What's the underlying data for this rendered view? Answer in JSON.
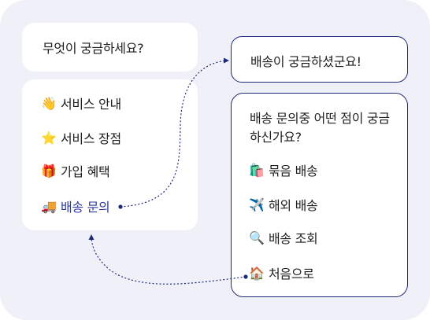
{
  "colors": {
    "background": "#eff0f8",
    "bubble": "#ffffff",
    "border": "#1d2a7a",
    "accent_text": "#2f3a9e",
    "connector": "#1d2a7a"
  },
  "question": {
    "text": "무엇이 궁금하세요?"
  },
  "menu": {
    "items": [
      {
        "icon_name": "waving-hand-icon",
        "glyph": "👋",
        "label": "서비스 안내"
      },
      {
        "icon_name": "star-icon",
        "glyph": "⭐",
        "label": "서비스 장점"
      },
      {
        "icon_name": "gift-icon",
        "glyph": "🎁",
        "label": "가입 혜택"
      },
      {
        "icon_name": "delivery-truck-icon",
        "glyph": "🚚",
        "label": "배송 문의",
        "selected": true
      }
    ]
  },
  "reply": {
    "text": "배송이 궁금하셨군요!"
  },
  "options": {
    "prompt": "배송 문의중 어떤 점이 궁금하신가요?",
    "items": [
      {
        "icon_name": "shopping-bags-icon",
        "glyph": "🛍️",
        "label": "묶음 배송"
      },
      {
        "icon_name": "airplane-icon",
        "glyph": "✈️",
        "label": "해외 배송"
      },
      {
        "icon_name": "magnifier-icon",
        "glyph": "🔍",
        "label": "배송 조회"
      },
      {
        "icon_name": "house-icon",
        "glyph": "🏠",
        "label": "처음으로"
      }
    ]
  }
}
